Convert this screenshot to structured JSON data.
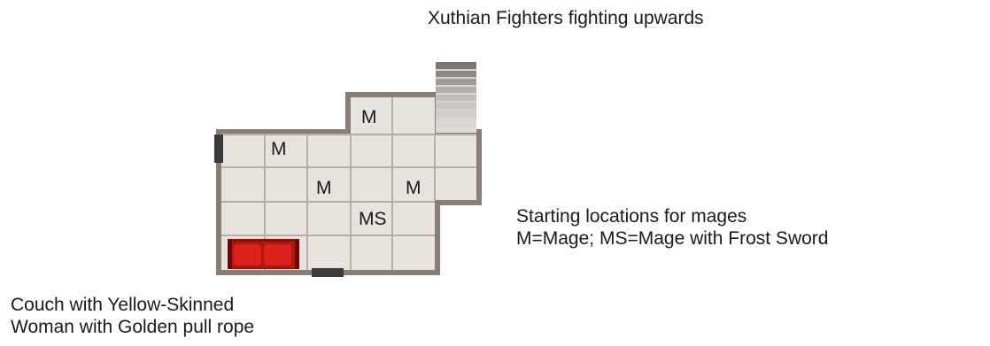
{
  "captions": {
    "top": "Xuthian Fighters fighting upwards",
    "legend_line1": "Starting locations for mages",
    "legend_line2": "M=Mage; MS=Mage with Frost Sword",
    "couch_line1": "Couch with Yellow-Skinned",
    "couch_line2": "Woman with Golden pull rope"
  },
  "markers": {
    "m1": "M",
    "m2": "M",
    "m3": "M",
    "m4": "M",
    "ms": "MS"
  },
  "colors": {
    "wall": "#8a7d73",
    "floor": "#e9e3dd",
    "grout": "#b8aea6",
    "couch": "#c0140e",
    "stairs": "#9a9590",
    "door": "#3c3c3c"
  }
}
